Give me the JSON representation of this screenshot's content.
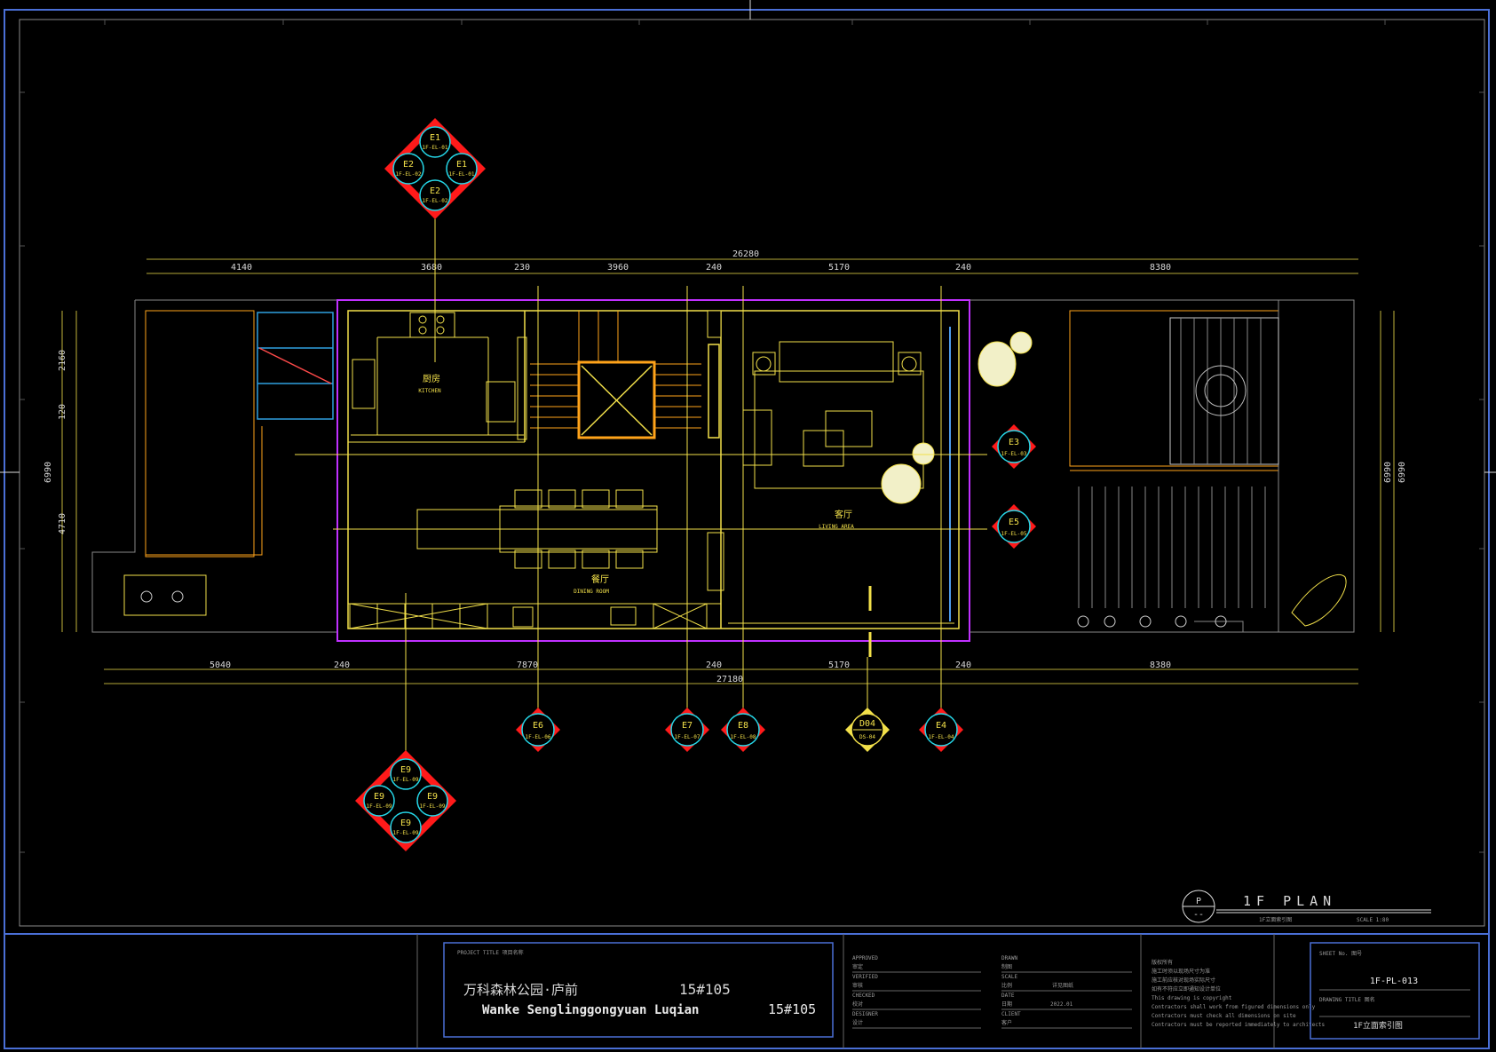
{
  "dimensions": {
    "top_total": "26280",
    "top": [
      "4140",
      "3680",
      "230",
      "3960",
      "240",
      "5170",
      "240",
      "8380"
    ],
    "bottom": [
      "5040",
      "240",
      "7870",
      "240",
      "5170",
      "240",
      "8380"
    ],
    "bottom_total": "27180",
    "left": [
      "2160",
      "120",
      "4710"
    ],
    "left_total": "6990",
    "right_total": "6990"
  },
  "rooms": {
    "kitchen_cn": "厨房",
    "kitchen_en": "KITCHEN",
    "dining_cn": "餐厅",
    "dining_en": "DINING ROOM",
    "living_cn": "客厅",
    "living_en": "LIVING AREA"
  },
  "markers": {
    "top_cluster": {
      "n": "E1",
      "n_code": "1F-EL-01",
      "w": "E2",
      "w_code": "1F-EL-02",
      "e": "E1",
      "e_code": "1F-EL-01",
      "s": "E2",
      "s_code": "1F-EL-02"
    },
    "bottom_cluster": {
      "n": "E9",
      "n_code": "1F-EL-09",
      "w": "E9",
      "w_code": "1F-EL-09",
      "e": "E9",
      "e_code": "1F-EL-09",
      "s": "E9",
      "s_code": "1F-EL-09"
    },
    "e3": {
      "id": "E3",
      "code": "1F-EL-03"
    },
    "e5": {
      "id": "E5",
      "code": "1F-EL-05"
    },
    "e6": {
      "id": "E6",
      "code": "1F-EL-06"
    },
    "e7": {
      "id": "E7",
      "code": "1F-EL-07"
    },
    "e8": {
      "id": "E8",
      "code": "1F-EL-08"
    },
    "d04": {
      "id": "D04",
      "code": "DS-04"
    },
    "e4": {
      "id": "E4",
      "code": "1F-EL-04"
    }
  },
  "plan_title": {
    "symbol_top": "P",
    "symbol_bottom": "--",
    "title": "1F  PLAN",
    "subtitle": "1F立面索引图",
    "scale": "SCALE 1:80"
  },
  "title_block": {
    "project_title_label": "PROJECT TITLE  项目名称",
    "project_cn": "万科森林公园·庐前",
    "project_no_top": "15#105",
    "project_en": "Wanke Senglinggongyuan Luqian",
    "project_no_bottom": "15#105",
    "approved": "APPROVED",
    "approved_cn": "审定",
    "verified": "VERIFIED",
    "verified_cn": "审核",
    "checked": "CHECKED",
    "checked_cn": "校对",
    "designer": "DESIGNER",
    "designer_cn": "设计",
    "drawn": "DRAWN",
    "drawn_cn": "制图",
    "scale_label": "SCALE",
    "scale_cn": "比例",
    "scale_value": "详见图纸",
    "date_label": "DATE",
    "date_cn": "日期",
    "date_value": "2022.01",
    "client": "CLIENT",
    "client_cn": "客户",
    "notes_title": "版权所有",
    "notes": [
      "施工时须以现场尺寸为准",
      "施工前应核对现场实际尺寸",
      "如有不符应立即通知设计单位",
      "This drawing is copyright",
      "Contractors shall work from figured dimensions only",
      "Contractors must check all dimensions on site",
      "Contractors must be reported immediately to architects"
    ],
    "sheet_no_label": "SHEET No.  图号",
    "sheet_no": "1F-PL-013",
    "drawing_title_label": "DRAWING TITLE  图名",
    "drawing_title": "1F立面索引图"
  },
  "colors": {
    "background": "#000000",
    "frame_border": "#4a6fd6",
    "wall": "#f2e04a",
    "partition": "#ffa31a",
    "zone_boundary": "#c030ff",
    "glass": "#2f9fe0",
    "marker_diamond": "#ff1a1a",
    "marker_circle": "#25d7e8",
    "dimension_text": "#d8d8d8"
  }
}
